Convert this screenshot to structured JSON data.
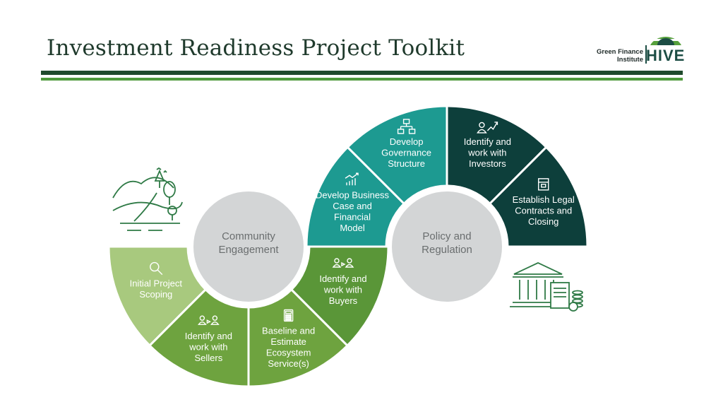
{
  "header": {
    "title": "Investment Readiness Project Toolkit",
    "logo": {
      "line1": "Green Finance",
      "line2": "Institute",
      "brand": "HIVE"
    }
  },
  "colors": {
    "dark_green": "#1f4a2c",
    "light_green_rule": "#4f9a3d",
    "green_pale": "#a8c97e",
    "green_mid": "#6ea33f",
    "green_strong": "#5a9638",
    "teal": "#1d9a91",
    "teal_dark": "#0f5a52",
    "slate_dark": "#0d3f3b",
    "hub_gray": "#d3d5d6",
    "icon_green": "#2f7a46"
  },
  "hubs": {
    "left": "Community Engagement",
    "right": "Policy and Regulation"
  },
  "segments": [
    {
      "label": "Initial Project Scoping",
      "icon": "magnifier-icon",
      "lines": [
        "Initial Project",
        "Scoping"
      ]
    },
    {
      "label": "Identify and work with Sellers",
      "icon": "handshake-people-icon",
      "lines": [
        "Identify and",
        "work with",
        "Sellers"
      ]
    },
    {
      "label": "Baseline and Estimate Ecosystem Service(s)",
      "icon": "calculator-icon",
      "lines": [
        "Baseline and",
        "Estimate",
        "Ecosystem",
        "Service(s)"
      ]
    },
    {
      "label": "Identify and work with Buyers",
      "icon": "exchange-people-icon",
      "lines": [
        "Identify and",
        "work with",
        "Buyers"
      ]
    },
    {
      "label": "Develop Business Case and Financial Model",
      "icon": "growth-chart-icon",
      "lines": [
        "Develop Business",
        "Case and",
        "Financial",
        "Model"
      ]
    },
    {
      "label": "Develop Governance Structure",
      "icon": "org-chart-icon",
      "lines": [
        "Develop",
        "Governance",
        "Structure"
      ]
    },
    {
      "label": "Identify and work with Investors",
      "icon": "investor-growth-icon",
      "lines": [
        "Identify and",
        "work with",
        "Investors"
      ]
    },
    {
      "label": "Establish Legal Contracts and Closing",
      "icon": "contract-icon",
      "lines": [
        "Establish Legal",
        "Contracts and",
        "Closing"
      ]
    }
  ],
  "illustrations": [
    {
      "name": "landscape-icon"
    },
    {
      "name": "government-finance-icon"
    }
  ]
}
